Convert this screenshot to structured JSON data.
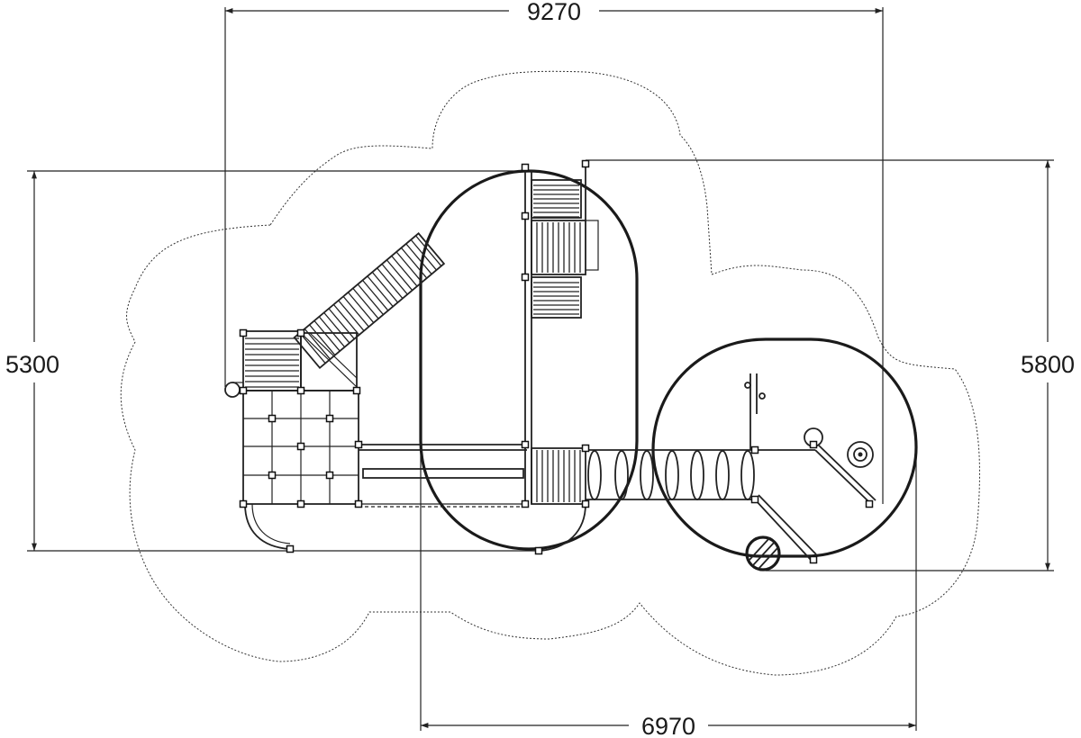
{
  "dimensions": {
    "top_width": "9270",
    "left_height": "5300",
    "right_height": "5800",
    "bottom_width": "6970"
  }
}
